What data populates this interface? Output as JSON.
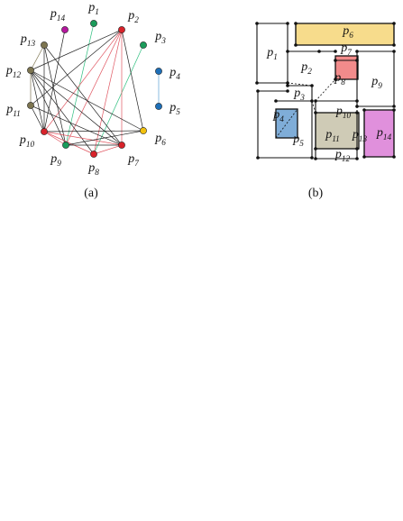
{
  "figure_a": {
    "caption": "(a)",
    "nodes": [
      {
        "id": "p1",
        "base": "p",
        "sub": "1",
        "color": "#1a9b5a"
      },
      {
        "id": "p2",
        "base": "p",
        "sub": "2",
        "color": "#d8222a"
      },
      {
        "id": "p3",
        "base": "p",
        "sub": "3",
        "color": "#1a9b5a"
      },
      {
        "id": "p4",
        "base": "p",
        "sub": "4",
        "color": "#1d6fb8"
      },
      {
        "id": "p5",
        "base": "p",
        "sub": "5",
        "color": "#1d6fb8"
      },
      {
        "id": "p6",
        "base": "p",
        "sub": "6",
        "color": "#f2c10e"
      },
      {
        "id": "p7",
        "base": "p",
        "sub": "7",
        "color": "#d8222a"
      },
      {
        "id": "p8",
        "base": "p",
        "sub": "8",
        "color": "#d8222a"
      },
      {
        "id": "p9",
        "base": "p",
        "sub": "9",
        "color": "#1a9b5a"
      },
      {
        "id": "p10",
        "base": "p",
        "sub": "10",
        "color": "#d8222a"
      },
      {
        "id": "p11",
        "base": "p",
        "sub": "11",
        "color": "#7d7550"
      },
      {
        "id": "p12",
        "base": "p",
        "sub": "12",
        "color": "#7d7550"
      },
      {
        "id": "p13",
        "base": "p",
        "sub": "13",
        "color": "#7d7550"
      },
      {
        "id": "p14",
        "base": "p",
        "sub": "14",
        "color": "#b5179e"
      }
    ],
    "edges": [
      {
        "a": "p14",
        "b": "p10",
        "color": "#222222"
      },
      {
        "a": "p1",
        "b": "p9",
        "color": "#2fbf7f"
      },
      {
        "a": "p3",
        "b": "p8",
        "color": "#2fbf7f"
      },
      {
        "a": "p4",
        "b": "p5",
        "color": "#5a9fd6"
      },
      {
        "a": "p2",
        "b": "p10",
        "color": "#e05560"
      },
      {
        "a": "p2",
        "b": "p9",
        "color": "#e05560"
      },
      {
        "a": "p2",
        "b": "p8",
        "color": "#e05560"
      },
      {
        "a": "p2",
        "b": "p7",
        "color": "#e05560"
      },
      {
        "a": "p2",
        "b": "p12",
        "color": "#222222"
      },
      {
        "a": "p2",
        "b": "p11",
        "color": "#222222"
      },
      {
        "a": "p2",
        "b": "p6",
        "color": "#222222"
      },
      {
        "a": "p12",
        "b": "p13",
        "color": "#7d7550"
      },
      {
        "a": "p12",
        "b": "p11",
        "color": "#7d7550"
      },
      {
        "a": "p12",
        "b": "p10",
        "color": "#222222"
      },
      {
        "a": "p12",
        "b": "p9",
        "color": "#222222"
      },
      {
        "a": "p12",
        "b": "p8",
        "color": "#222222"
      },
      {
        "a": "p12",
        "b": "p7",
        "color": "#222222"
      },
      {
        "a": "p12",
        "b": "p6",
        "color": "#222222"
      },
      {
        "a": "p13",
        "b": "p10",
        "color": "#222222"
      },
      {
        "a": "p13",
        "b": "p9",
        "color": "#222222"
      },
      {
        "a": "p13",
        "b": "p7",
        "color": "#222222"
      },
      {
        "a": "p11",
        "b": "p10",
        "color": "#222222"
      },
      {
        "a": "p11",
        "b": "p7",
        "color": "#222222"
      },
      {
        "a": "p10",
        "b": "p9",
        "color": "#e05560"
      },
      {
        "a": "p10",
        "b": "p8",
        "color": "#e05560"
      },
      {
        "a": "p10",
        "b": "p7",
        "color": "#e05560"
      },
      {
        "a": "p9",
        "b": "p7",
        "color": "#222222"
      },
      {
        "a": "p8",
        "b": "p7",
        "color": "#e05560"
      },
      {
        "a": "p9",
        "b": "p6",
        "color": "#222222"
      },
      {
        "a": "p10",
        "b": "p6",
        "color": "#222222"
      }
    ]
  },
  "figure_b": {
    "caption": "(b)",
    "rooms": [
      {
        "id": "p1",
        "base": "p",
        "sub": "1",
        "fill": "none"
      },
      {
        "id": "p2",
        "base": "p",
        "sub": "2",
        "fill": "none"
      },
      {
        "id": "p3",
        "base": "p",
        "sub": "3",
        "fill": "none"
      },
      {
        "id": "p4",
        "base": "p",
        "sub": "4",
        "fill": "#7fadd8"
      },
      {
        "id": "p5",
        "base": "p",
        "sub": "5",
        "fill": "none"
      },
      {
        "id": "p6",
        "base": "p",
        "sub": "6",
        "fill": "#f7dc8c"
      },
      {
        "id": "p7",
        "base": "p",
        "sub": "7",
        "fill": "none"
      },
      {
        "id": "p8",
        "base": "p",
        "sub": "8",
        "fill": "#f28b8b"
      },
      {
        "id": "p9",
        "base": "p",
        "sub": "9",
        "fill": "none"
      },
      {
        "id": "p10",
        "base": "p",
        "sub": "10",
        "fill": "none"
      },
      {
        "id": "p11",
        "base": "p",
        "sub": "11",
        "fill": "#cfcbb6"
      },
      {
        "id": "p12",
        "base": "p",
        "sub": "12",
        "fill": "none"
      },
      {
        "id": "p13",
        "base": "p",
        "sub": "13",
        "fill": "none"
      },
      {
        "id": "p14",
        "base": "p",
        "sub": "14",
        "fill": "#e090dc"
      }
    ]
  }
}
